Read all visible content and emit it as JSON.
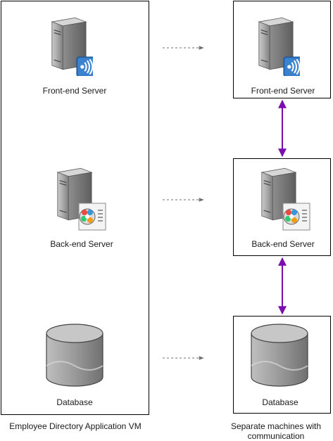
{
  "left_panel": {
    "caption": "Employee Directory Application VM",
    "components": [
      {
        "label": "Front-end Server",
        "icon": "server-web-icon"
      },
      {
        "label": "Back-end Server",
        "icon": "server-app-icon"
      },
      {
        "label": "Database",
        "icon": "database-icon"
      }
    ]
  },
  "right_panel": {
    "caption_line1": "Separate machines with",
    "caption_line2": "communication",
    "components": [
      {
        "label": "Front-end Server",
        "icon": "server-web-icon"
      },
      {
        "label": "Back-end Server",
        "icon": "server-app-icon"
      },
      {
        "label": "Database",
        "icon": "database-icon"
      }
    ]
  },
  "colors": {
    "connector": "#7a0fae",
    "dashed_arrow": "#707070",
    "badge_blue": "#2a6ebb"
  }
}
